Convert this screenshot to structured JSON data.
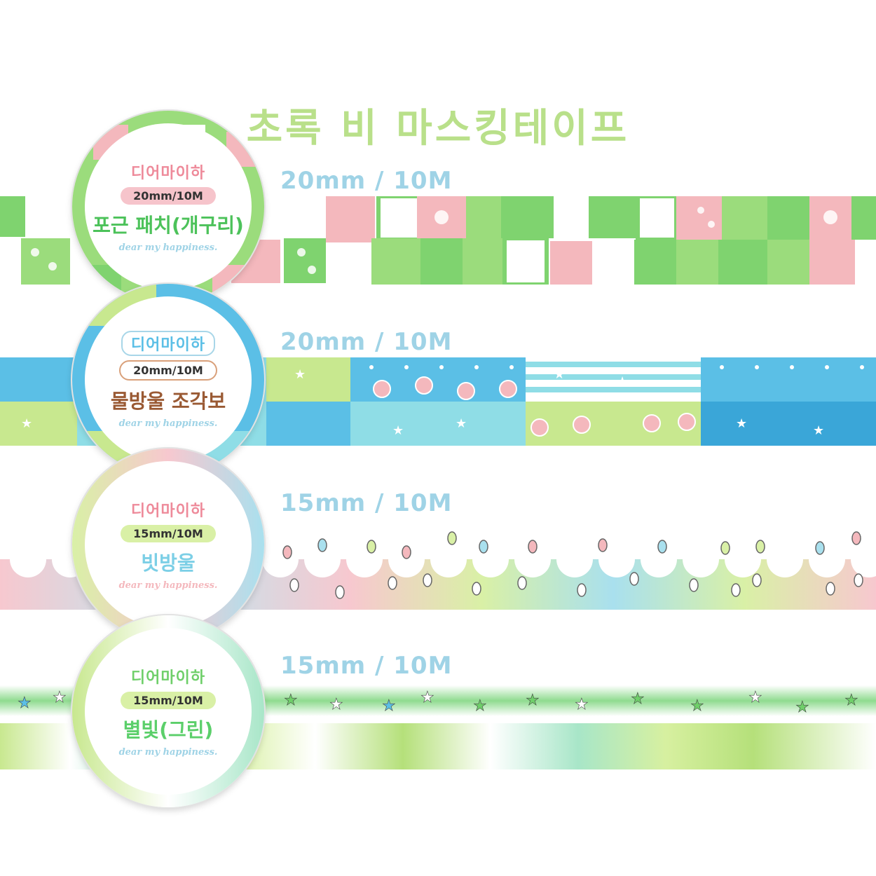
{
  "title": "초록 비 마스킹테이프",
  "tapes": [
    {
      "size_label": "20mm / 10M",
      "brand": "디어마이하",
      "spec": "20mm/10M",
      "name": "포근 패치(개구리)",
      "tagline": "dear my happiness."
    },
    {
      "size_label": "20mm / 10M",
      "brand": "디어마이하",
      "spec": "20mm/10M",
      "name": "물방울 조각보",
      "tagline": "dear my happiness."
    },
    {
      "size_label": "15mm / 10M",
      "brand": "디어마이하",
      "spec": "15mm/10M",
      "name": "빗방울",
      "tagline": "dear my happiness."
    },
    {
      "size_label": "15mm / 10M",
      "brand": "디어마이하",
      "spec": "15mm/10M",
      "name": "별빛(그린)",
      "tagline": "dear my happiness."
    }
  ],
  "colors": {
    "title": "#b9e08a",
    "size_label": "#9fd3e6",
    "green": "#6fcf6a",
    "pink": "#f2b3b8",
    "sky": "#5bbfe6",
    "aqua": "#8fdde6",
    "lime": "#c8e88f",
    "brown": "#9a5a34"
  }
}
